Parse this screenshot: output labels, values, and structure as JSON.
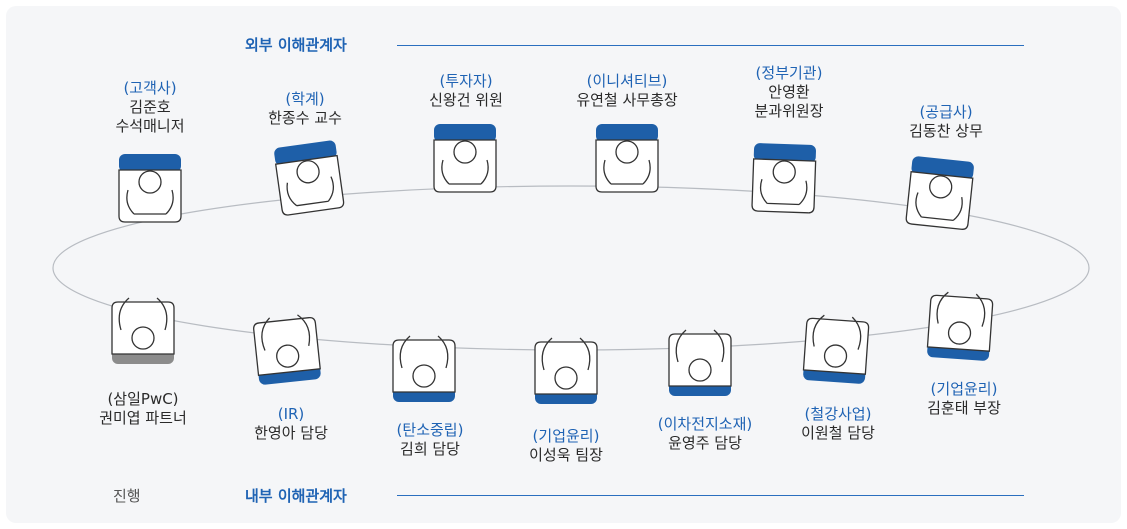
{
  "external": {
    "title": "외부 이해관계자"
  },
  "internal": {
    "title": "내부 이해관계자"
  },
  "facilitator_role": "진행",
  "participants_top": [
    {
      "category": "(고객사)",
      "name": "김준호",
      "title": "수석매니저"
    },
    {
      "category": "(학계)",
      "name": "한종수 교수",
      "title": ""
    },
    {
      "category": "(투자자)",
      "name": "신왕건 위원",
      "title": ""
    },
    {
      "category": "(이니셔티브)",
      "name": "유연철 사무총장",
      "title": ""
    },
    {
      "category": "(정부기관)",
      "name": "안영환",
      "title": "분과위원장"
    },
    {
      "category": "(공급사)",
      "name": "김동찬 상무",
      "title": ""
    }
  ],
  "participants_bottom": [
    {
      "category": "(삼일PwC)",
      "name": "권미엽 파트너"
    },
    {
      "category": "(IR)",
      "name": "한영아 담당"
    },
    {
      "category": "(탄소중립)",
      "name": "김희 담당"
    },
    {
      "category": "(기업윤리)",
      "name": "이성욱 팀장"
    },
    {
      "category": "(이차전지소재)",
      "name": "윤영주 담당"
    },
    {
      "category": "(철강사업)",
      "name": "이원철 담당"
    },
    {
      "category": "(기업윤리)",
      "name": "김훈태 부장"
    }
  ],
  "colors": {
    "accent": "#1f63b4",
    "chair_blue": "#1e5fa8",
    "chair_gray": "#8c8c8c"
  }
}
